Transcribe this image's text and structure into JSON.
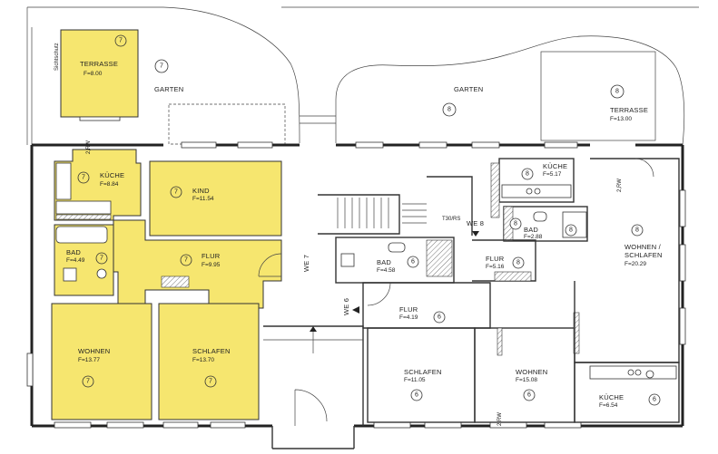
{
  "plan": {
    "rooms": [
      {
        "id": "terrasse-7",
        "name": "TERRASSE",
        "area": "F=8.00",
        "unit": "7",
        "highlighted": true
      },
      {
        "id": "kueche-7",
        "name": "KÜCHE",
        "area": "F=8.84",
        "unit": "7",
        "highlighted": true
      },
      {
        "id": "kind-7",
        "name": "KIND",
        "area": "F=11.54",
        "unit": "7",
        "highlighted": true
      },
      {
        "id": "bad-7",
        "name": "BAD",
        "area": "F=4.49",
        "unit": "7",
        "highlighted": true
      },
      {
        "id": "flur-7",
        "name": "FLUR",
        "area": "F=9.95",
        "unit": "7",
        "highlighted": true
      },
      {
        "id": "wohnen-7",
        "name": "WOHNEN",
        "area": "F=13.77",
        "unit": "7",
        "highlighted": true
      },
      {
        "id": "schlafen-7",
        "name": "SCHLAFEN",
        "area": "F=13.70",
        "unit": "7",
        "highlighted": true
      },
      {
        "id": "bad-6",
        "name": "BAD",
        "area": "F=4.58",
        "unit": "6",
        "highlighted": false
      },
      {
        "id": "flur-6",
        "name": "FLUR",
        "area": "F=4.19",
        "unit": "6",
        "highlighted": false
      },
      {
        "id": "schlafen-6",
        "name": "SCHLAFEN",
        "area": "F=11.05",
        "unit": "6",
        "highlighted": false
      },
      {
        "id": "wohnen-6",
        "name": "WOHNEN",
        "area": "F=15.08",
        "unit": "6",
        "highlighted": false
      },
      {
        "id": "kueche-6",
        "name": "KÜCHE",
        "area": "F=6.54",
        "unit": "6",
        "highlighted": false
      },
      {
        "id": "kueche-8",
        "name": "KÜCHE",
        "area": "F=5.17",
        "unit": "8",
        "highlighted": false
      },
      {
        "id": "bad-8",
        "name": "BAD",
        "area": "F=2.88",
        "unit": "8",
        "highlighted": false
      },
      {
        "id": "flur-8",
        "name": "FLUR",
        "area": "F=5.16",
        "unit": "8",
        "highlighted": false
      },
      {
        "id": "wohnen-schlafen-8",
        "name_line1": "WOHNEN /",
        "name_line2": "SCHLAFEN",
        "area": "F=20.29",
        "unit": "8",
        "highlighted": false
      },
      {
        "id": "terrasse-8",
        "name": "TERRASSE",
        "area": "F=13.00",
        "unit": "8",
        "highlighted": false
      }
    ],
    "labels": {
      "garten": "GARTEN",
      "sichtschutz": "Sichtschutz",
      "we7": "WE 7",
      "we6": "WE 6",
      "we8": "WE 8",
      "t30rs": "T30/RS",
      "rw": "2,RW"
    },
    "markers": {
      "garden_left": "7",
      "garden_right": "8",
      "terrace_right": "8",
      "stair_bath": "6",
      "bad8_b": "8",
      "wohnen8_b": "8",
      "bad7": "7",
      "kueche6": "6",
      "wohnen6": "6",
      "schlafen6": "6"
    },
    "colors": {
      "unit_highlight": "#f6e66f",
      "wall": "#333333",
      "background": "#ffffff"
    }
  }
}
